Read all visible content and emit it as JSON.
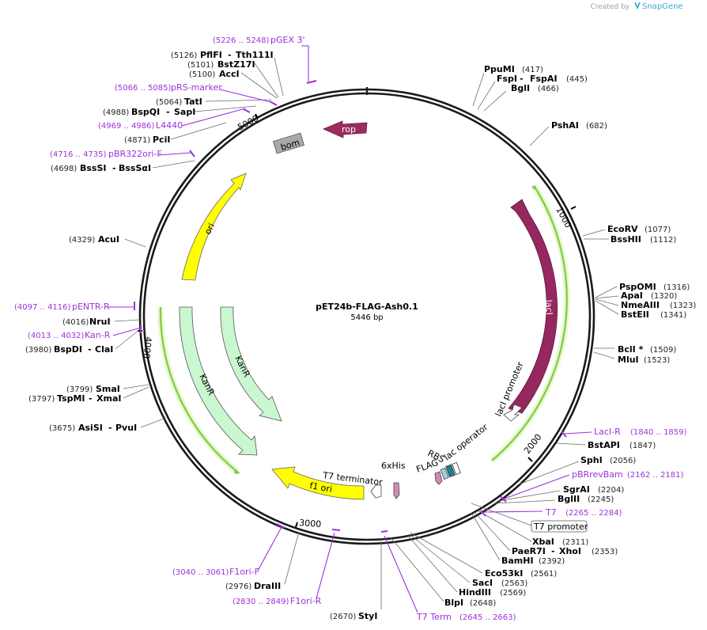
{
  "credit": {
    "text": "Created by",
    "brand": "SnapGene"
  },
  "plasmid": {
    "name": "pET24b-FLAG-Ash0.1",
    "length": "5446 bp"
  },
  "ticks": [
    "1000",
    "2000",
    "3000",
    "4000",
    "5000"
  ],
  "features": [
    {
      "label": "rop"
    },
    {
      "label": "bom"
    },
    {
      "label": "ori"
    },
    {
      "label": "lacI"
    },
    {
      "label": "lacI promoter"
    },
    {
      "label": "KanR"
    },
    {
      "label": "KanR"
    },
    {
      "label": "f1 ori"
    },
    {
      "label": "T7 terminator"
    },
    {
      "label": "6xHis"
    },
    {
      "label": "FLAG"
    },
    {
      "label": "RBS"
    },
    {
      "label": "lac operator"
    },
    {
      "label": "T7 promoter"
    }
  ],
  "sites_right": [
    {
      "name": "PpuMI",
      "pos": "(417)"
    },
    {
      "name": "FspI",
      "name2": "FspAI",
      "pos": "(445)"
    },
    {
      "name": "BglI",
      "pos": "(466)"
    },
    {
      "name": "PshAI",
      "pos": "(682)"
    },
    {
      "name": "EcoRV",
      "pos": "(1077)"
    },
    {
      "name": "BssHII",
      "pos": "(1112)"
    },
    {
      "name": "PspOMI",
      "pos": "(1316)"
    },
    {
      "name": "ApaI",
      "pos": "(1320)"
    },
    {
      "name": "NmeAIII",
      "pos": "(1323)"
    },
    {
      "name": "BstEII",
      "pos": "(1341)"
    },
    {
      "name": "BclI *",
      "pos": "(1509)"
    },
    {
      "name": "MluI",
      "pos": "(1523)"
    },
    {
      "name": "BstAPI",
      "pos": "(1847)"
    },
    {
      "name": "SphI",
      "pos": "(2056)"
    },
    {
      "name": "SgrAI",
      "pos": "(2204)"
    },
    {
      "name": "BglII",
      "pos": "(2245)"
    },
    {
      "name": "XbaI",
      "pos": "(2311)"
    },
    {
      "name": "PaeR7I",
      "name2": "XhoI",
      "pos": "(2353)"
    },
    {
      "name": "BamHI",
      "pos": "(2392)"
    },
    {
      "name": "Eco53kI",
      "pos": "(2561)"
    },
    {
      "name": "SacI",
      "pos": "(2563)"
    },
    {
      "name": "HindIII",
      "pos": "(2569)"
    },
    {
      "name": "BlpI",
      "pos": "(2648)"
    }
  ],
  "sites_left": [
    {
      "name": "PflFI",
      "name2": "Tth111I",
      "pos": "(5126)"
    },
    {
      "name": "BstZ17I",
      "pos": "(5101)"
    },
    {
      "name": "AccI",
      "pos": "(5100)"
    },
    {
      "name": "TatI",
      "pos": "(5064)"
    },
    {
      "name": "BspQI",
      "name2": "SapI",
      "pos": "(4988)"
    },
    {
      "name": "PciI",
      "pos": "(4871)"
    },
    {
      "name": "BssSI",
      "name2": "BssSαI",
      "pos": "(4698)"
    },
    {
      "name": "AcuI",
      "pos": "(4329)"
    },
    {
      "name": "NruI",
      "pos": "(4016)"
    },
    {
      "name": "BspDI",
      "name2": "ClaI",
      "pos": "(3980)"
    },
    {
      "name": "SmaI",
      "pos": "(3799)"
    },
    {
      "name": "TspMI",
      "name2": "XmaI",
      "pos": "(3797)"
    },
    {
      "name": "AsiSI",
      "name2": "PvuI",
      "pos": "(3675)"
    },
    {
      "name": "DraIII",
      "pos": "(2976)"
    },
    {
      "name": "StyI",
      "pos": "(2670)"
    }
  ],
  "primers": [
    {
      "range": "(5226 .. 5248)",
      "name": "pGEX 3'"
    },
    {
      "range": "(5066 .. 5085)",
      "name": "pRS-marker"
    },
    {
      "range": "(4969 .. 4986)",
      "name": "L4440"
    },
    {
      "range": "(4716 .. 4735)",
      "name": "pBR322ori-F"
    },
    {
      "range": "(4097 .. 4116)",
      "name": "pENTR-R"
    },
    {
      "range": "(4013 .. 4032)",
      "name": "Kan-R"
    },
    {
      "range": "(1840 .. 1859)",
      "name": "LacI-R"
    },
    {
      "range": "(2162 .. 2181)",
      "name": "pBRrevBam"
    },
    {
      "range": "(2265 .. 2284)",
      "name": "T7"
    },
    {
      "range": "(3040 .. 3061)",
      "name": "F1ori-F"
    },
    {
      "range": "(2830 .. 2849)",
      "name": "F1ori-R"
    },
    {
      "range": "(2645 .. 2663)",
      "name": "T7 Term"
    }
  ],
  "colors": {
    "rop": "#9b2d5e",
    "lacI": "#97275f",
    "ori": "#ffff00",
    "kanr": "#c9f7cf",
    "f1ori": "#ffff00",
    "bom": "#a6a9ac",
    "primer": "#9d31d9",
    "orf": "#80c845"
  }
}
